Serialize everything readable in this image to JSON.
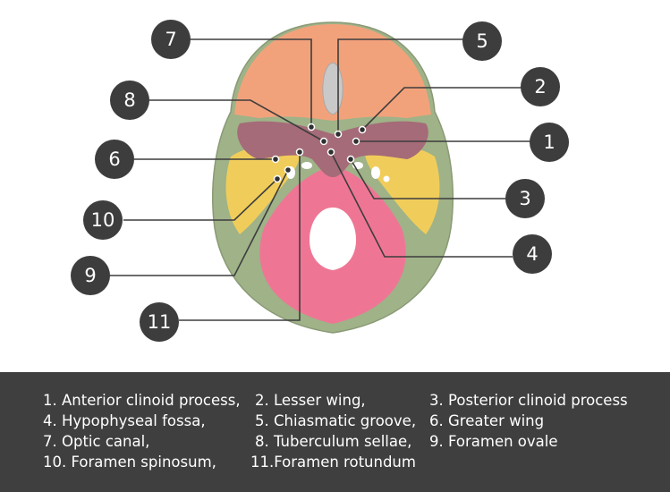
{
  "markers": [
    "1",
    "2",
    "3",
    "4",
    "5",
    "6",
    "7",
    "8",
    "9",
    "10",
    "11"
  ],
  "legend": [
    "1. Anterior clinoid process,",
    "2. Lesser wing,",
    "3. Posterior clinoid process",
    "4. Hypophyseal fossa,",
    "5. Chiasmatic groove,",
    "6. Greater wing",
    "7. Optic canal,",
    "8. Tuberculum sellae,",
    "9. Foramen ovale",
    "10. Foramen spinosum,",
    "11.Foramen rotundum"
  ],
  "colors": {
    "frontal": "#f2a27b",
    "sphenoid": "#a56b78",
    "temporal": "#f0cd5a",
    "parietal_rim": "#9fb288",
    "occipital": "#ee7694",
    "marker": "#3d3d3d",
    "legend_bg": "#3f3f3f"
  }
}
